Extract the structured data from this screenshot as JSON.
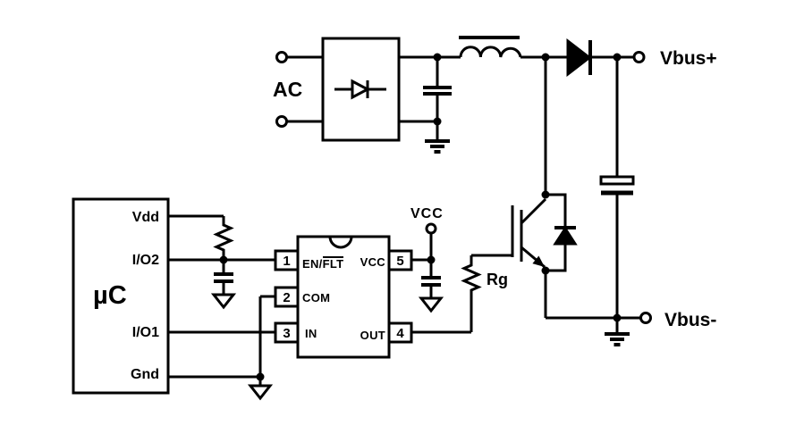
{
  "colors": {
    "ink": "#000000",
    "paper": "#ffffff"
  },
  "labels": {
    "ac": "AC",
    "vbus_plus": "Vbus+",
    "vbus_minus": "Vbus-",
    "vcc_rail": "VCC",
    "gate_resistor": "Rg"
  },
  "mcu": {
    "title": "µC",
    "pins": {
      "vdd": "Vdd",
      "io2": "I/O2",
      "io1": "I/O1",
      "gnd": "Gnd"
    }
  },
  "driver_ic": {
    "pin_numbers": {
      "p1": "1",
      "p2": "2",
      "p3": "3",
      "p4": "4",
      "p5": "5"
    },
    "pin_labels": {
      "en_prefix": "EN/",
      "flt_overlined": "FLT",
      "vcc": "VCC",
      "com": "COM",
      "in": "IN",
      "out": "OUT"
    }
  }
}
